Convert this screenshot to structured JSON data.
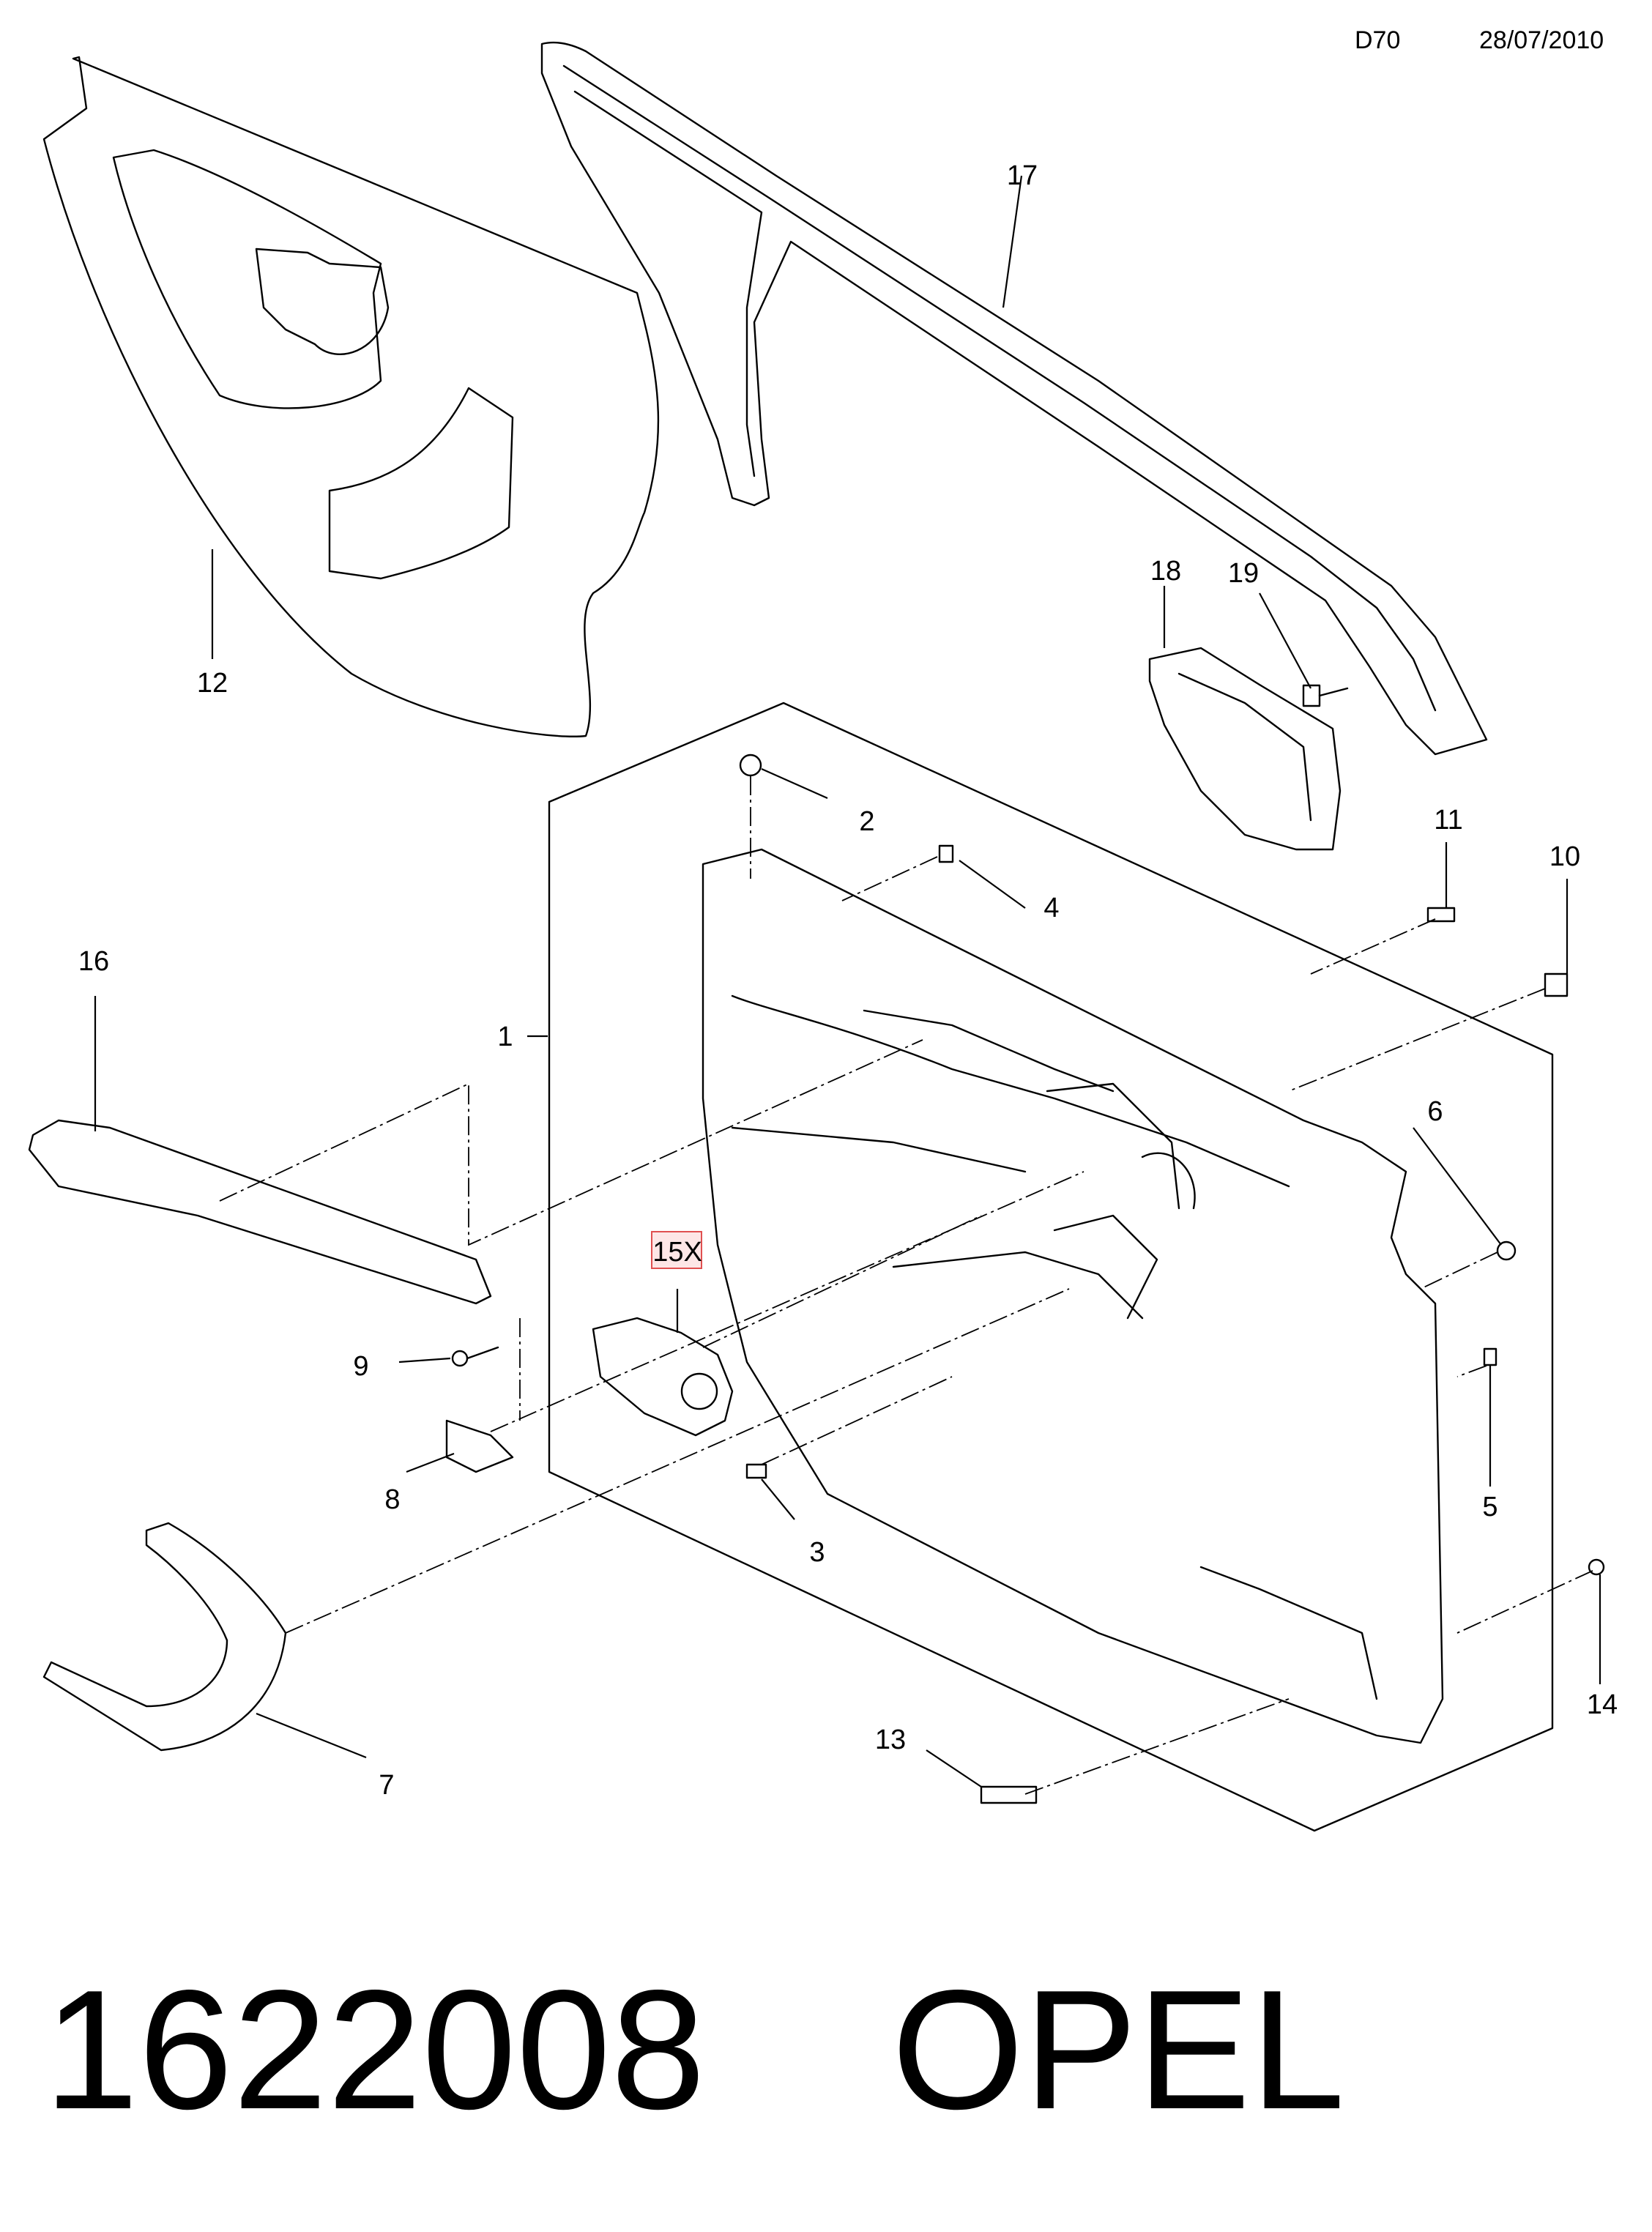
{
  "header": {
    "code": "D70",
    "date": "28/07/2010"
  },
  "footer": {
    "part_number": "1622008",
    "brand": "OPEL"
  },
  "highlight_color": "#e05050",
  "callouts": [
    {
      "id": "1",
      "label": "1"
    },
    {
      "id": "2",
      "label": "2"
    },
    {
      "id": "3",
      "label": "3"
    },
    {
      "id": "4",
      "label": "4"
    },
    {
      "id": "5",
      "label": "5"
    },
    {
      "id": "6",
      "label": "6"
    },
    {
      "id": "7",
      "label": "7"
    },
    {
      "id": "8",
      "label": "8"
    },
    {
      "id": "9",
      "label": "9"
    },
    {
      "id": "10",
      "label": "10"
    },
    {
      "id": "11",
      "label": "11"
    },
    {
      "id": "12",
      "label": "12"
    },
    {
      "id": "13",
      "label": "13"
    },
    {
      "id": "14",
      "label": "14"
    },
    {
      "id": "15",
      "label": "15X",
      "highlighted": true
    },
    {
      "id": "16",
      "label": "16"
    },
    {
      "id": "17",
      "label": "17"
    },
    {
      "id": "18",
      "label": "18"
    },
    {
      "id": "19",
      "label": "19"
    }
  ]
}
